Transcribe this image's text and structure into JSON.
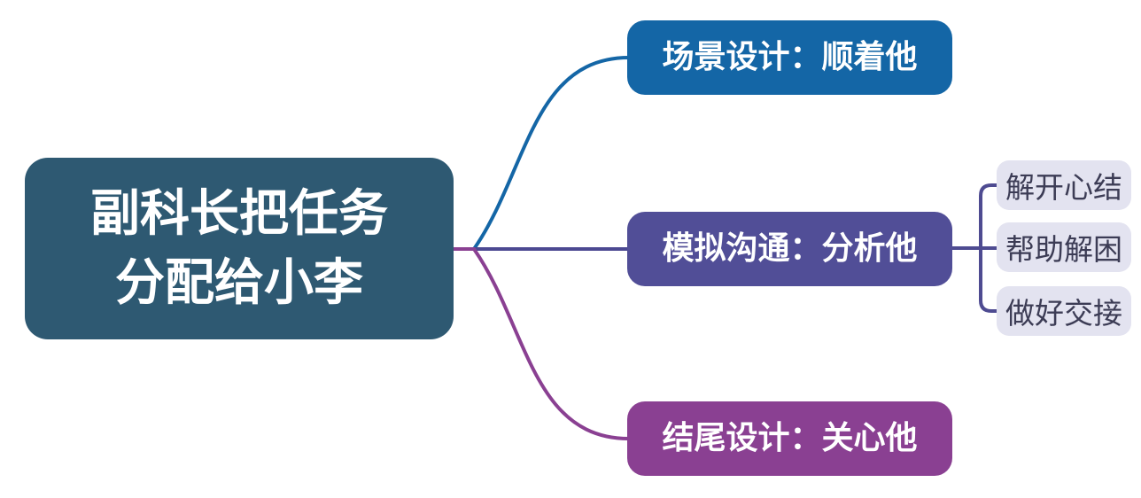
{
  "diagram": {
    "type": "mindmap",
    "background_color": "#FFFFFF",
    "root": {
      "lines": [
        "副科长把任务",
        "分配给小李"
      ],
      "color": "#2E5972",
      "text_color": "#FFFFFF"
    },
    "branches": [
      {
        "label": "场景设计：顺着他",
        "color": "#1466A6",
        "text_color": "#FFFFFF"
      },
      {
        "label": "模拟沟通：分析他",
        "color": "#514E97",
        "text_color": "#FFFFFF"
      },
      {
        "label": "结尾设计：关心他",
        "color": "#8A4092",
        "text_color": "#FFFFFF"
      }
    ],
    "leaves": [
      {
        "label": "解开心结"
      },
      {
        "label": "帮助解困"
      },
      {
        "label": "做好交接"
      }
    ],
    "leaf_style": {
      "background": "#E3E3F0",
      "text_color": "#3C3C55"
    },
    "connector_colors": {
      "root_stub": "#8A4092",
      "to_branch_top": "#1466A6",
      "to_branch_middle": "#4C4992",
      "to_branch_bottom": "#8A4092",
      "to_leaves": "#4E4B91"
    }
  }
}
